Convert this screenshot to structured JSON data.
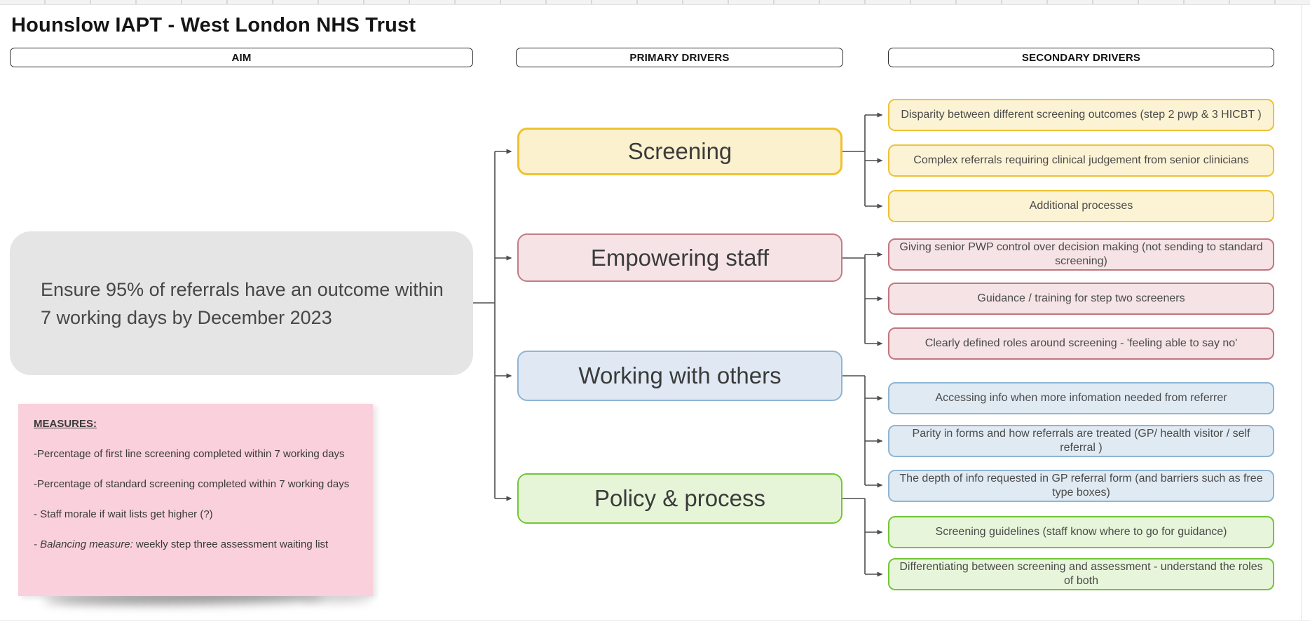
{
  "title": "Hounslow IAPT - West London NHS Trust",
  "column_headers": {
    "aim": "AIM",
    "primary": "PRIMARY DRIVERS",
    "secondary": "SECONDARY DRIVERS"
  },
  "aim": {
    "text": "Ensure 95% of referrals have an outcome within 7 working days by December 2023"
  },
  "measures": {
    "heading": "MEASURES:",
    "item1": "-Percentage of first line screening completed within 7 working days",
    "item2": "-Percentage of standard screening completed within 7 working days",
    "item3": "- Staff morale if wait lists get higher (?)",
    "item4_italic": "- Balancing measure:",
    "item4_rest": " weekly step three assessment waiting list"
  },
  "primary_drivers": [
    {
      "label": "Screening",
      "fill": "#fbf1ce",
      "border": "#efc230"
    },
    {
      "label": "Empowering staff",
      "fill": "#f5e3e5",
      "border": "#c17e86"
    },
    {
      "label": "Working with others",
      "fill": "#e0e9f3",
      "border": "#8fb5d4"
    },
    {
      "label": "Policy & process",
      "fill": "#e6f5d8",
      "border": "#73c637"
    }
  ],
  "secondary_drivers": [
    {
      "group": "screening",
      "text": "Disparity between different screening outcomes (step 2 pwp & 3 HICBT )"
    },
    {
      "group": "screening",
      "text": "Complex referrals requiring clinical judgement from senior clinicians"
    },
    {
      "group": "screening",
      "text": "Additional processes"
    },
    {
      "group": "empowering-staff",
      "text": "Giving senior PWP control over decision making (not sending to standard screening)"
    },
    {
      "group": "empowering-staff",
      "text": "Guidance / training for step two screeners"
    },
    {
      "group": "empowering-staff",
      "text": "Clearly defined roles around screening - 'feeling able to say no'"
    },
    {
      "group": "working-with-others",
      "text": "Accessing info when more infomation needed from referrer"
    },
    {
      "group": "working-with-others",
      "text": "Parity in forms and how referrals are treated (GP/ health visitor / self referral )"
    },
    {
      "group": "working-with-others",
      "text": "The depth of info requested in GP referral form  (and barriers such as free type boxes)"
    },
    {
      "group": "policy-process",
      "text": "Screening guidelines (staff know where to go for guidance)"
    },
    {
      "group": "policy-process",
      "text": "Differentiating between screening and assessment - understand the roles of both"
    }
  ],
  "colors": {
    "aim_fill": "#e5e5e5",
    "measures_fill": "#f9d0dc",
    "connector": "#4d4d4d"
  }
}
